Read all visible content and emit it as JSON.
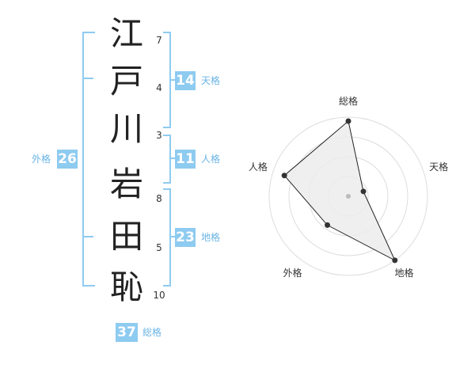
{
  "name": {
    "chars": [
      {
        "char": "江",
        "strokes": "7"
      },
      {
        "char": "戸",
        "strokes": "4"
      },
      {
        "char": "川",
        "strokes": "3"
      },
      {
        "char": "岩",
        "strokes": "8"
      },
      {
        "char": "田",
        "strokes": "5"
      },
      {
        "char": "恥",
        "strokes": "10"
      }
    ]
  },
  "kaku": {
    "tenkaku": {
      "value": "14",
      "label": "天格"
    },
    "jinkaku": {
      "value": "11",
      "label": "人格"
    },
    "chikaku": {
      "value": "23",
      "label": "地格"
    },
    "gaikaku": {
      "value": "26",
      "label": "外格"
    },
    "soukaku": {
      "value": "37",
      "label": "総格"
    }
  },
  "colors": {
    "accent": "#8ecbf0",
    "label_text": "#6ab4e6"
  },
  "chart_data": {
    "type": "radar",
    "axes": [
      "総格",
      "天格",
      "地格",
      "外格",
      "人格"
    ],
    "values": [
      0.95,
      0.2,
      1.0,
      0.45,
      0.85
    ],
    "rings": 4,
    "range": [
      0,
      1
    ]
  }
}
